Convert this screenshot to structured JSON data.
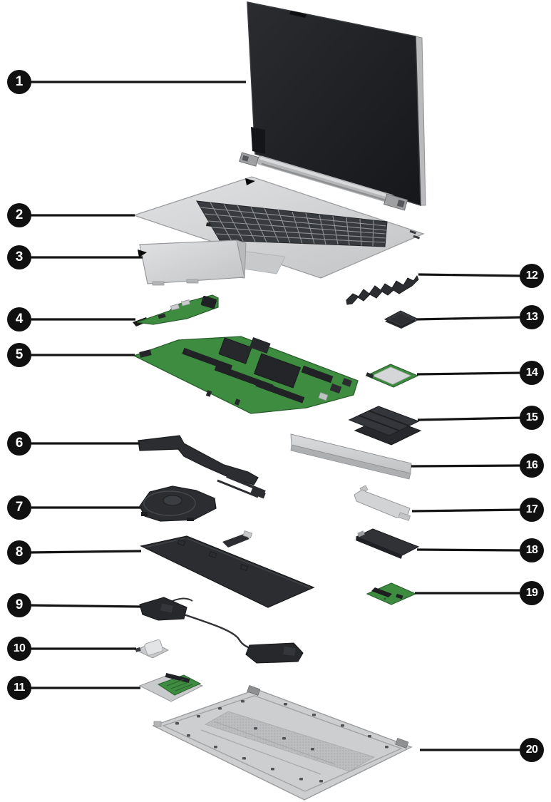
{
  "figure": {
    "kind": "laptop-exploded-parts-diagram",
    "background": "#ffffff"
  },
  "colors": {
    "callout_bg": "#101010",
    "callout_text": "#ffffff",
    "leader_line": "#141414",
    "pcb_green": "#3d8c40",
    "silver_part": "#cdced0",
    "dark_part": "#2b2d30",
    "screen_dark": "#1d1e21"
  },
  "callouts": [
    {
      "number": "1",
      "part": "display-assembly"
    },
    {
      "number": "2",
      "part": "top-cover-with-keyboard"
    },
    {
      "number": "3",
      "part": "touchpad"
    },
    {
      "number": "4",
      "part": "io-board"
    },
    {
      "number": "5",
      "part": "system-board"
    },
    {
      "number": "6",
      "part": "heat-sink"
    },
    {
      "number": "7",
      "part": "fan"
    },
    {
      "number": "8",
      "part": "battery"
    },
    {
      "number": "9",
      "part": "speakers"
    },
    {
      "number": "10",
      "part": "fingerprint-reader-module"
    },
    {
      "number": "11",
      "part": "card-reader-board"
    },
    {
      "number": "12",
      "part": "bracket"
    },
    {
      "number": "13",
      "part": "small-module"
    },
    {
      "number": "14",
      "part": "wireless-module"
    },
    {
      "number": "15",
      "part": "ssd-with-shield"
    },
    {
      "number": "16",
      "part": "shield-plate"
    },
    {
      "number": "17",
      "part": "bracket-plate"
    },
    {
      "number": "18",
      "part": "ssd"
    },
    {
      "number": "19",
      "part": "connector-board"
    },
    {
      "number": "20",
      "part": "bottom-cover"
    }
  ]
}
